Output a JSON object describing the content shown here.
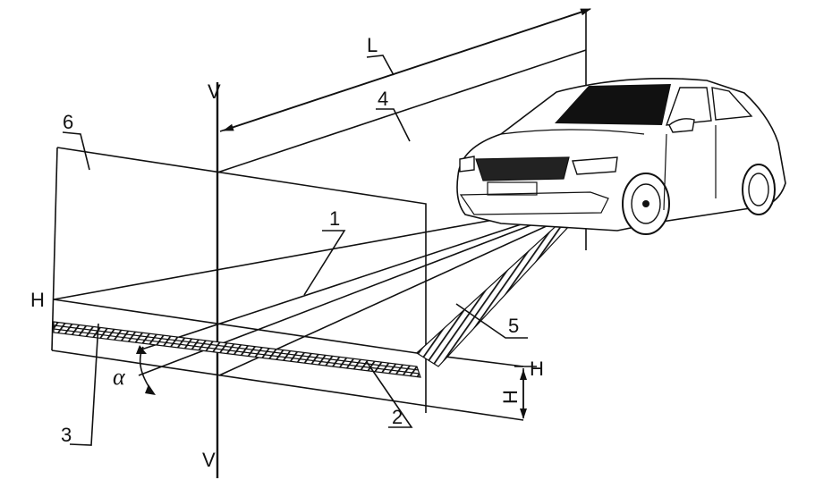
{
  "labels": {
    "vertical_top": "V",
    "vertical_bottom": "V",
    "horizontal_left": "H",
    "horizontal_right": "H",
    "height": "H",
    "distance": "L",
    "angle": "α",
    "callout_1": "1",
    "callout_2": "2",
    "callout_3": "3",
    "callout_4": "4",
    "callout_5": "5",
    "callout_6": "6"
  }
}
